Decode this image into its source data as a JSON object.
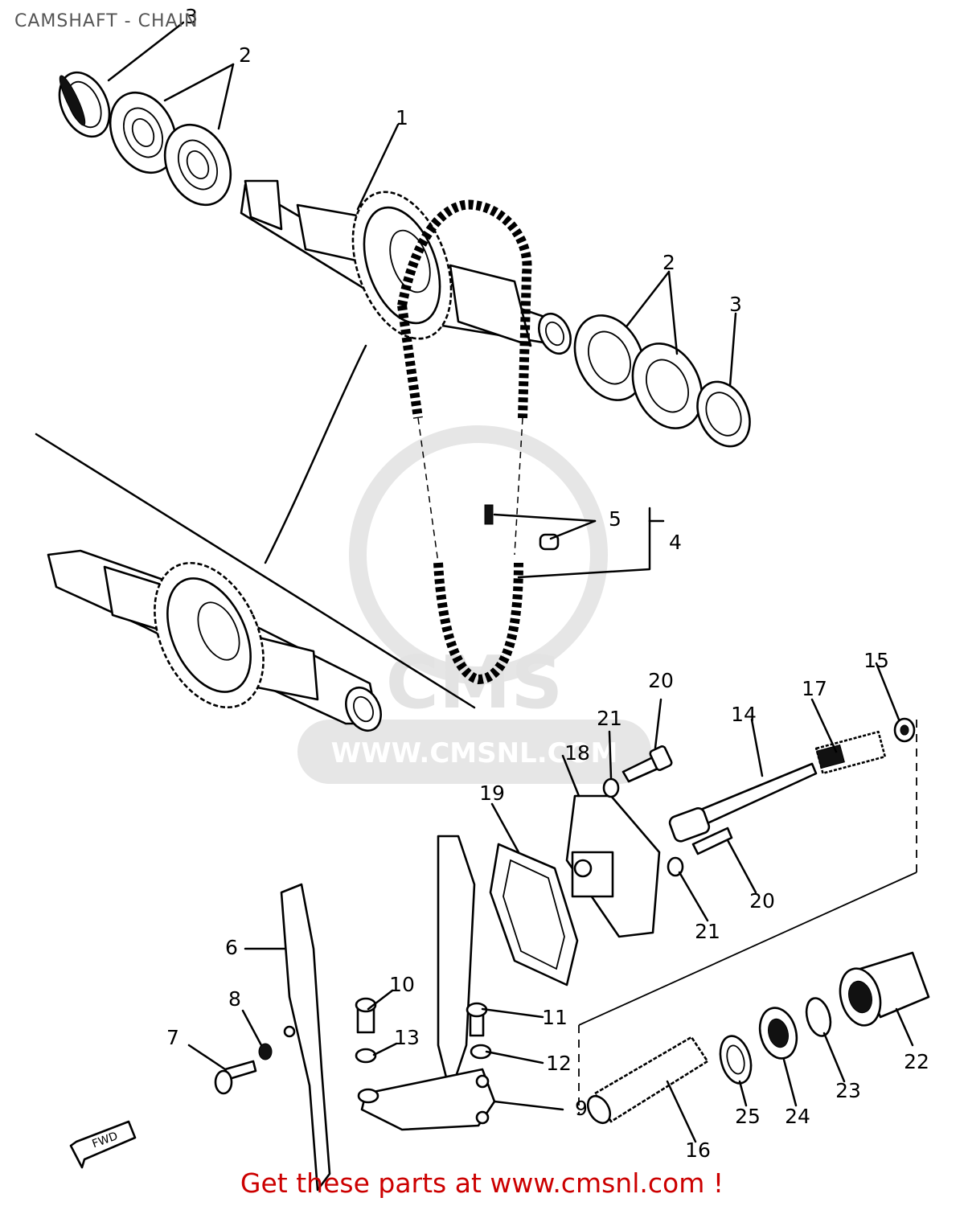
{
  "title": "CAMSHAFT - CHAIN",
  "footer_link": "Get these parts at www.cmsnl.com !",
  "watermark": {
    "brand": "CMS",
    "url": "WWW.CMSNL.COM"
  },
  "fwd_label": "FWD",
  "colors": {
    "footer_text": "#cc0000",
    "title_text": "#555555",
    "line_art": "#000000",
    "watermark": "#e3e3e3"
  },
  "callouts": [
    {
      "id": "1a",
      "label": "1"
    },
    {
      "id": "2a",
      "label": "2"
    },
    {
      "id": "3a",
      "label": "3"
    },
    {
      "id": "2b",
      "label": "2"
    },
    {
      "id": "3b",
      "label": "3"
    },
    {
      "id": "4",
      "label": "4"
    },
    {
      "id": "5",
      "label": "5"
    },
    {
      "id": "6",
      "label": "6"
    },
    {
      "id": "7",
      "label": "7"
    },
    {
      "id": "8",
      "label": "8"
    },
    {
      "id": "9",
      "label": "9"
    },
    {
      "id": "10",
      "label": "10"
    },
    {
      "id": "11",
      "label": "11"
    },
    {
      "id": "12",
      "label": "12"
    },
    {
      "id": "13",
      "label": "13"
    },
    {
      "id": "14",
      "label": "14"
    },
    {
      "id": "15",
      "label": "15"
    },
    {
      "id": "16",
      "label": "16"
    },
    {
      "id": "17",
      "label": "17"
    },
    {
      "id": "18",
      "label": "18"
    },
    {
      "id": "19",
      "label": "19"
    },
    {
      "id": "20a",
      "label": "20"
    },
    {
      "id": "21a",
      "label": "21"
    },
    {
      "id": "20b",
      "label": "20"
    },
    {
      "id": "21b",
      "label": "21"
    },
    {
      "id": "22",
      "label": "22"
    },
    {
      "id": "23",
      "label": "23"
    },
    {
      "id": "24",
      "label": "24"
    },
    {
      "id": "25",
      "label": "25"
    }
  ]
}
